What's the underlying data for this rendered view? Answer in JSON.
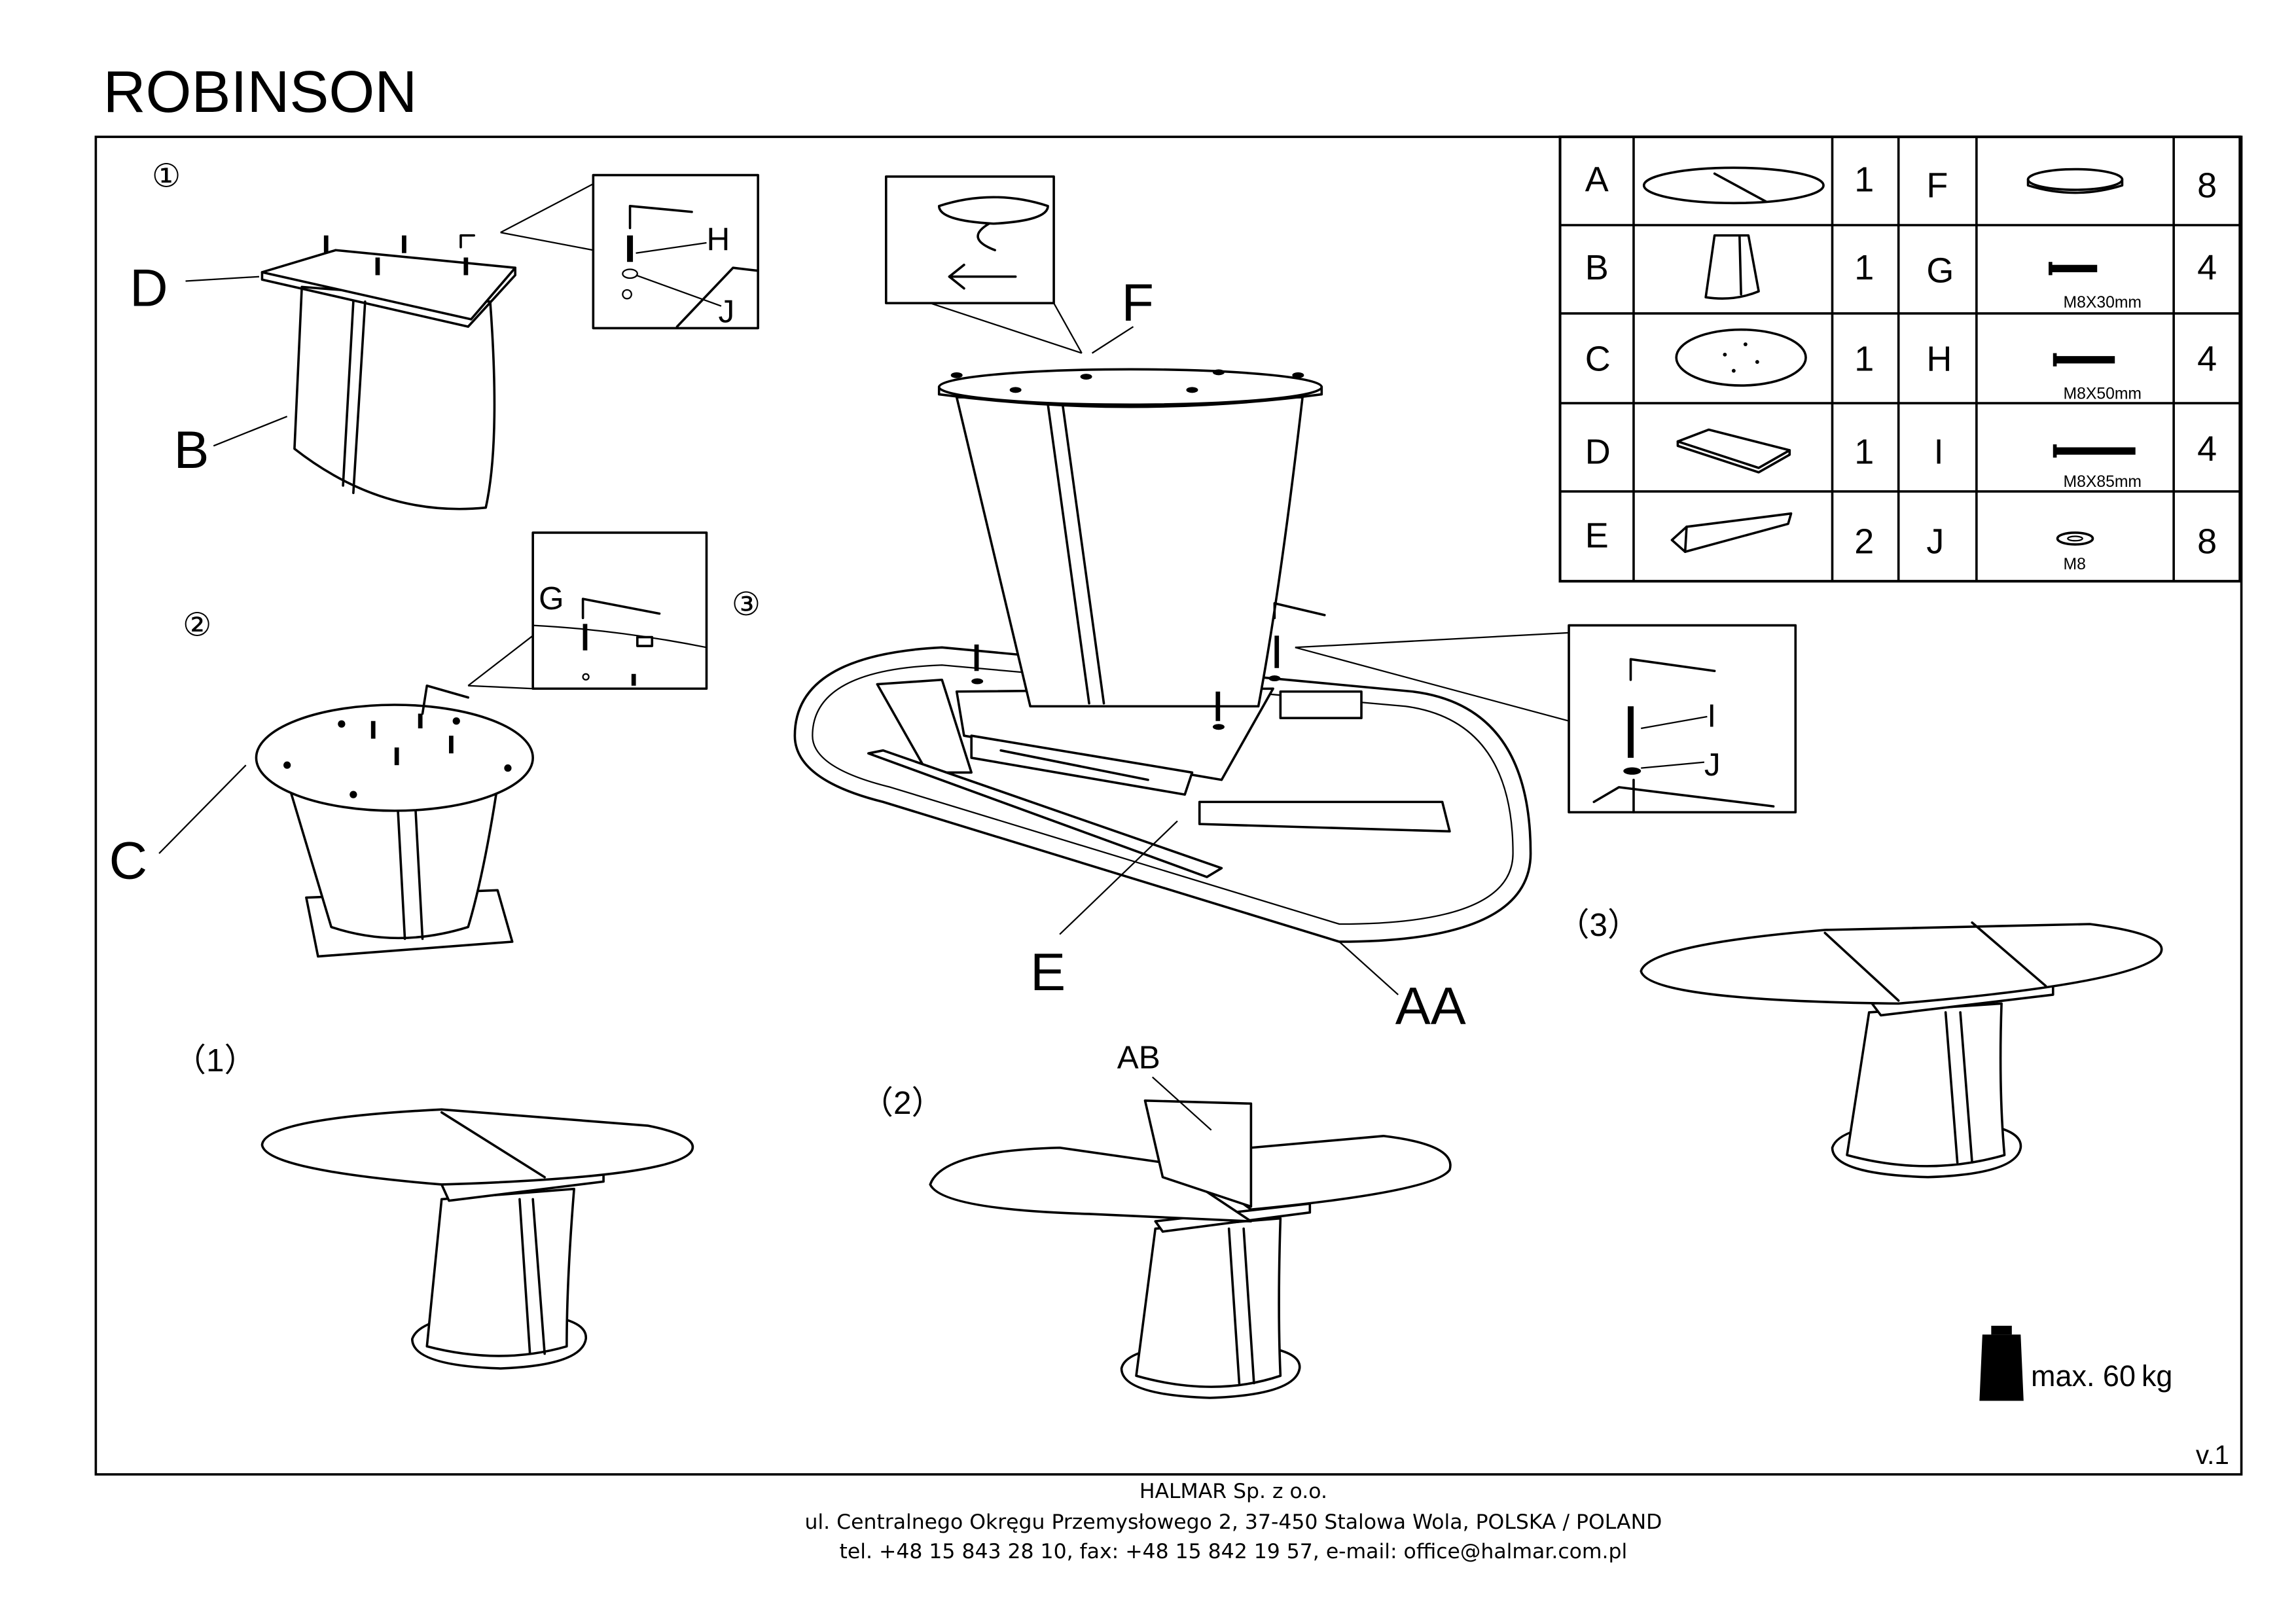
{
  "title": "ROBINSON",
  "version": "v.1",
  "max_load": {
    "label": "max. 60",
    "unit": "kg",
    "icon": "weight-icon"
  },
  "parts_table": {
    "rows": [
      {
        "left": {
          "letter": "A",
          "qty": "1"
        },
        "right": {
          "letter": "F",
          "qty": "8",
          "spec": ""
        }
      },
      {
        "left": {
          "letter": "B",
          "qty": "1"
        },
        "right": {
          "letter": "G",
          "qty": "4",
          "spec": "M8X30mm"
        }
      },
      {
        "left": {
          "letter": "C",
          "qty": "1"
        },
        "right": {
          "letter": "H",
          "qty": "4",
          "spec": "M8X50mm"
        }
      },
      {
        "left": {
          "letter": "D",
          "qty": "1"
        },
        "right": {
          "letter": "I",
          "qty": "4",
          "spec": "M8X85mm"
        }
      },
      {
        "left": {
          "letter": "E",
          "qty": "2"
        },
        "right": {
          "letter": "J",
          "qty": "8",
          "spec": "M8"
        }
      }
    ]
  },
  "steps": {
    "s1": "①",
    "s2": "②",
    "s3": "③",
    "p1": "（1）",
    "p2": "（2）",
    "p3": "（3）"
  },
  "callouts": {
    "D": "D",
    "B": "B",
    "C": "C",
    "F": "F",
    "E": "E",
    "AA": "AA",
    "AB": "AB",
    "H": "H",
    "J": "J",
    "G": "G",
    "I": "I",
    "J2": "J"
  },
  "footer": {
    "company": "HALMAR Sp. z o.o.",
    "address": "ul. Centralnego Okręgu Przemysłowego 2, 37-450 Stalowa Wola, POLSKA / POLAND",
    "contact": "tel. +48 15 843 28 10, fax: +48 15 842 19 57, e-mail: office@halmar.com.pl"
  }
}
